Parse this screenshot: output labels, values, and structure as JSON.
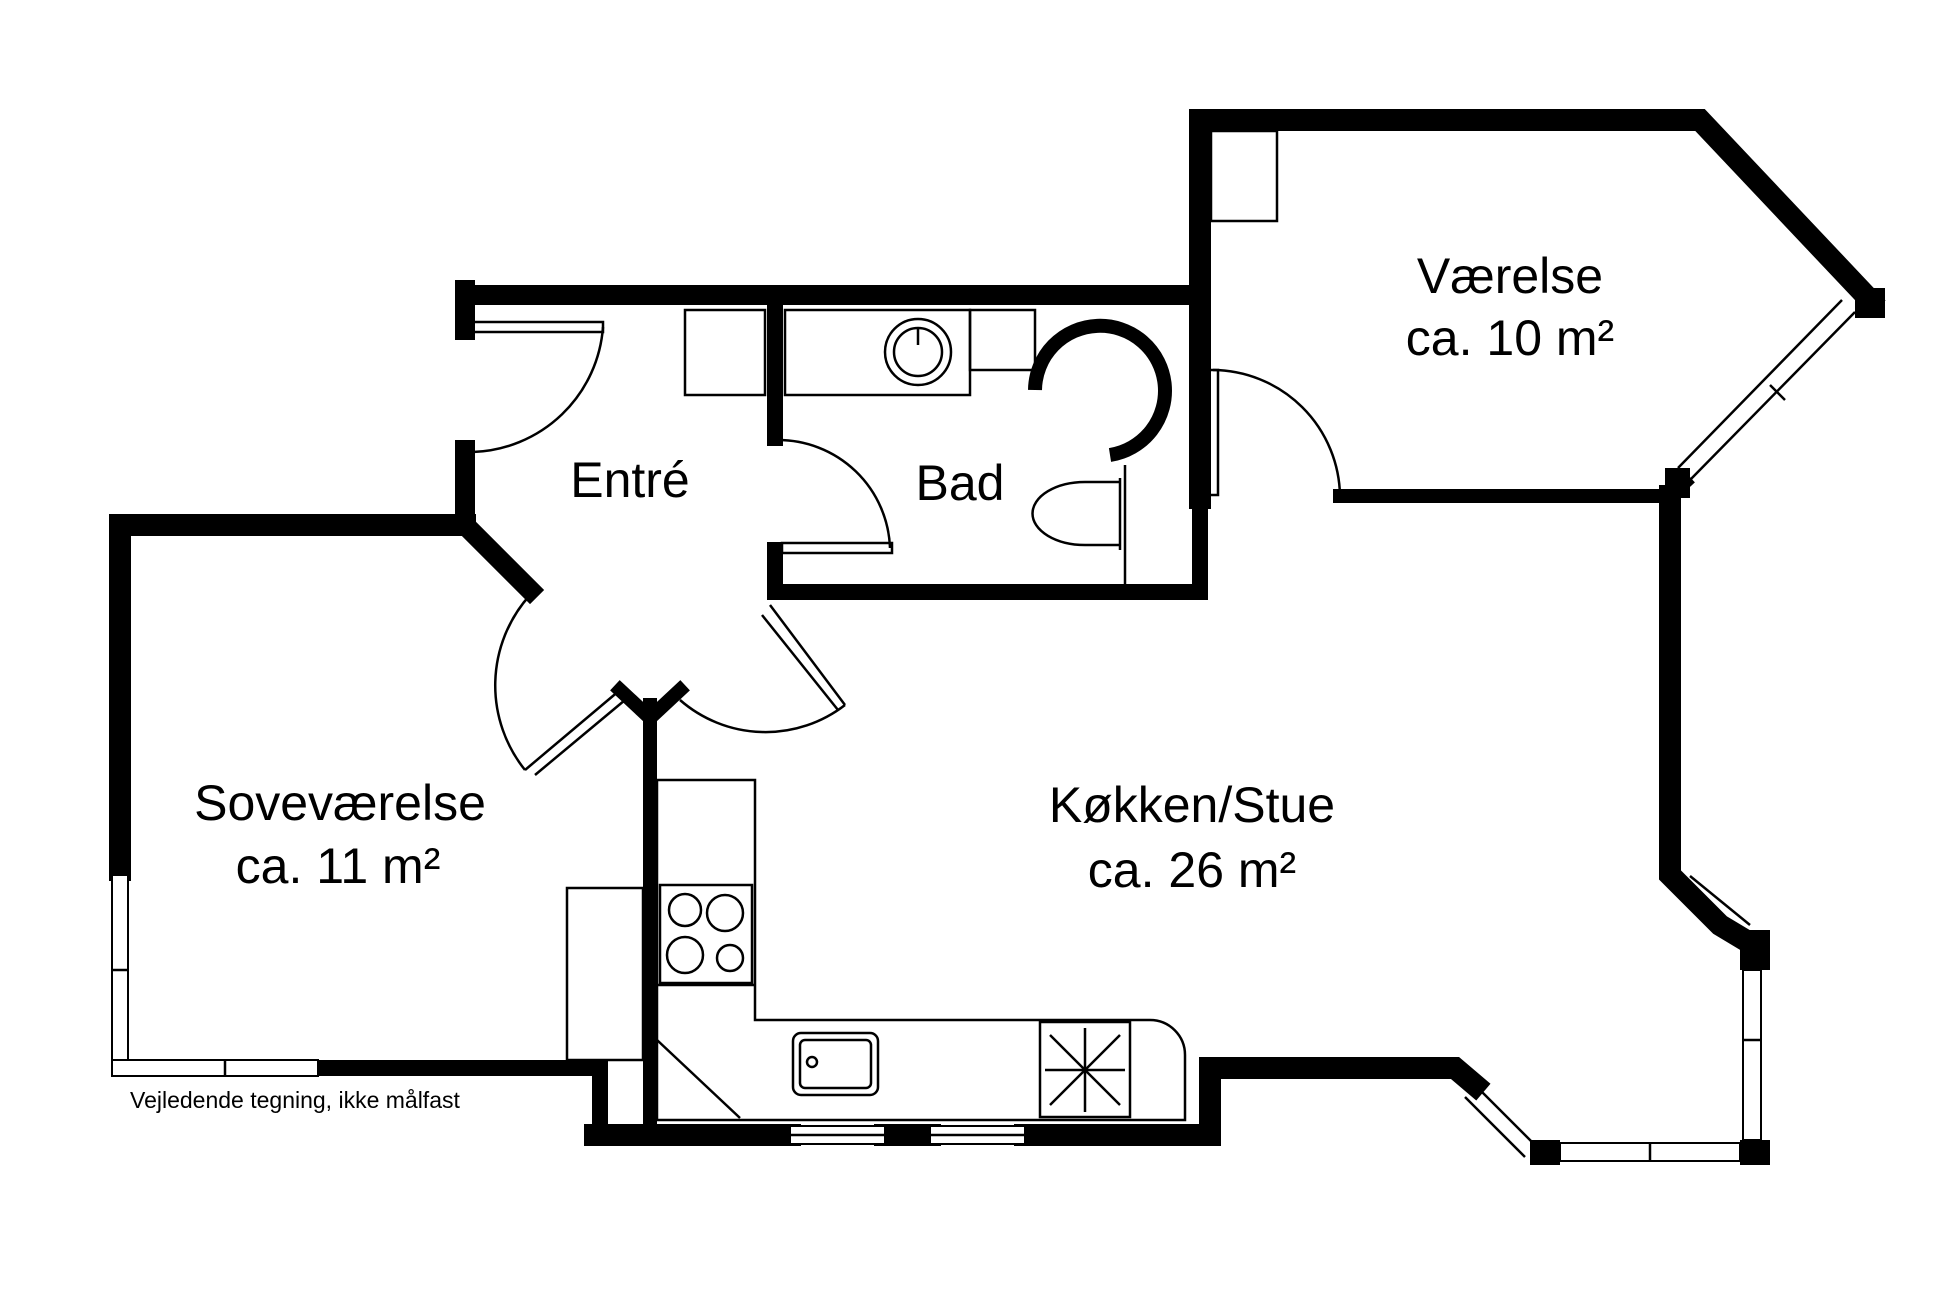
{
  "rooms": {
    "vaerelse": {
      "name": "Værelse",
      "area": "ca. 10 m²"
    },
    "entre": {
      "name": "Entré"
    },
    "bad": {
      "name": "Bad"
    },
    "sovevaerelse": {
      "name": "Soveværelse",
      "area": "ca. 11 m²"
    },
    "koekken": {
      "name": "Køkken/Stue",
      "area": "ca. 26 m²"
    }
  },
  "note": "Vejledende tegning, ikke målfast",
  "colors": {
    "wall": "#000000",
    "background": "#ffffff"
  },
  "fixtures": [
    "sink-icon",
    "toilet-icon",
    "shower-icon",
    "stove-icon",
    "kitchen-sink-icon",
    "extractor-icon"
  ]
}
